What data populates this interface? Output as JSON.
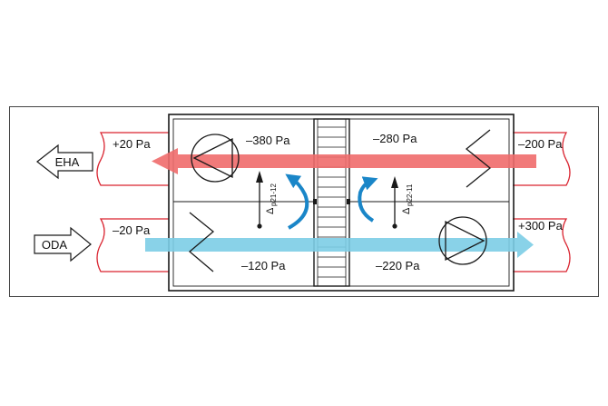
{
  "labels": {
    "eha": "EHA",
    "oda": "ODA"
  },
  "pressures": {
    "left_top": "+20 Pa",
    "left_bottom": "–20 Pa",
    "fan_top": "–380 Pa",
    "mid_top": "–280 Pa",
    "right_top": "–200 Pa",
    "mid_bottom_left": "–120 Pa",
    "mid_bottom_right": "–220 Pa",
    "right_bottom": "+300 Pa"
  },
  "differentials": {
    "left": {
      "delta": "Δ",
      "subscript": "p21-12"
    },
    "right": {
      "delta": "Δ",
      "subscript": "p22-11"
    }
  },
  "colors": {
    "exhaust": "#ef6b6b",
    "outdoor": "#7ccde6",
    "leak": "#1a86c8",
    "duct": "#d9232f",
    "line": "#1a1a1a"
  }
}
